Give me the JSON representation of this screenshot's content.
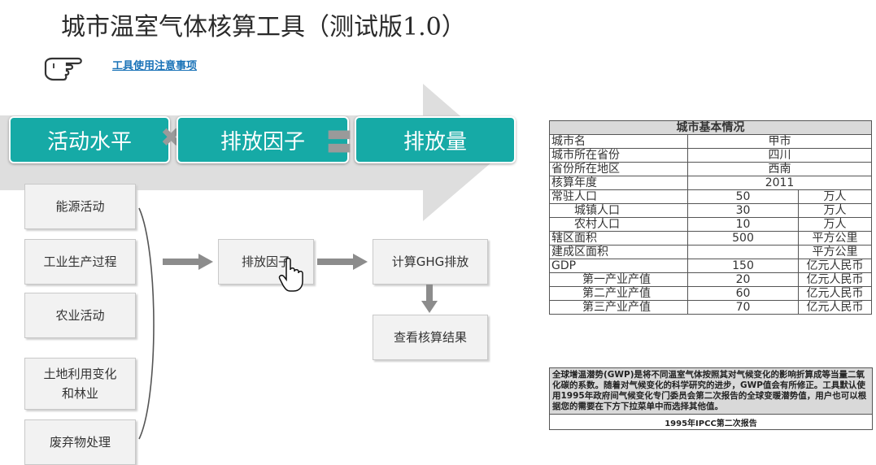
{
  "title": "城市温室气体核算工具（测试版1.0）",
  "notice_link": "工具使用注意事项",
  "formula": {
    "activity": "活动水平",
    "factor": "排放因子",
    "emission": "排放量",
    "times": "✖",
    "equals": "〓"
  },
  "sectors": [
    "能源活动",
    "工业生产过程",
    "农业活动",
    "土地利用变化\n和林业",
    "废弃物处理"
  ],
  "flow": {
    "factor_button": "排放因子",
    "calc_button": "计算GHG排放",
    "result_button": "查看核算结果"
  },
  "city_info": {
    "header": "城市基本情况",
    "rows": [
      {
        "label": "城市名",
        "value": "甲市",
        "unit": ""
      },
      {
        "label": "城市所在省份",
        "value": "四川",
        "unit": ""
      },
      {
        "label": "省份所在地区",
        "value": "西南",
        "unit": ""
      },
      {
        "label": "核算年度",
        "value": "2011",
        "unit": ""
      },
      {
        "label": "常驻人口",
        "value": "50",
        "unit": "万人"
      },
      {
        "label": "城镇人口",
        "value": "30",
        "unit": "万人"
      },
      {
        "label": "农村人口",
        "value": "10",
        "unit": "万人"
      },
      {
        "label": "辖区面积",
        "value": "500",
        "unit": "平方公里"
      },
      {
        "label": "建成区面积",
        "value": "",
        "unit": "平方公里"
      },
      {
        "label": "GDP",
        "value": "150",
        "unit": "亿元人民币"
      },
      {
        "label": "第一产业产值",
        "value": "20",
        "unit": "亿元人民币"
      },
      {
        "label": "第二产业产值",
        "value": "60",
        "unit": "亿元人民币"
      },
      {
        "label": "第三产业产值",
        "value": "70",
        "unit": "亿元人民币"
      }
    ]
  },
  "gwp_note": "全球增温潜势(GWP)是将不同温室气体按照其对气候变化的影响折算成等当量二氧化碳的系数。随着对气候变化的科学研究的进步，GWP值会有所修正。工具默认使用1995年政府间气候变化专门委员会第二次报告的全球变暖潜势值，用户也可以根据您的需要在下方下拉菜单中而选择其他值。",
  "gwp_report": "1995年IPCC第二次报告"
}
